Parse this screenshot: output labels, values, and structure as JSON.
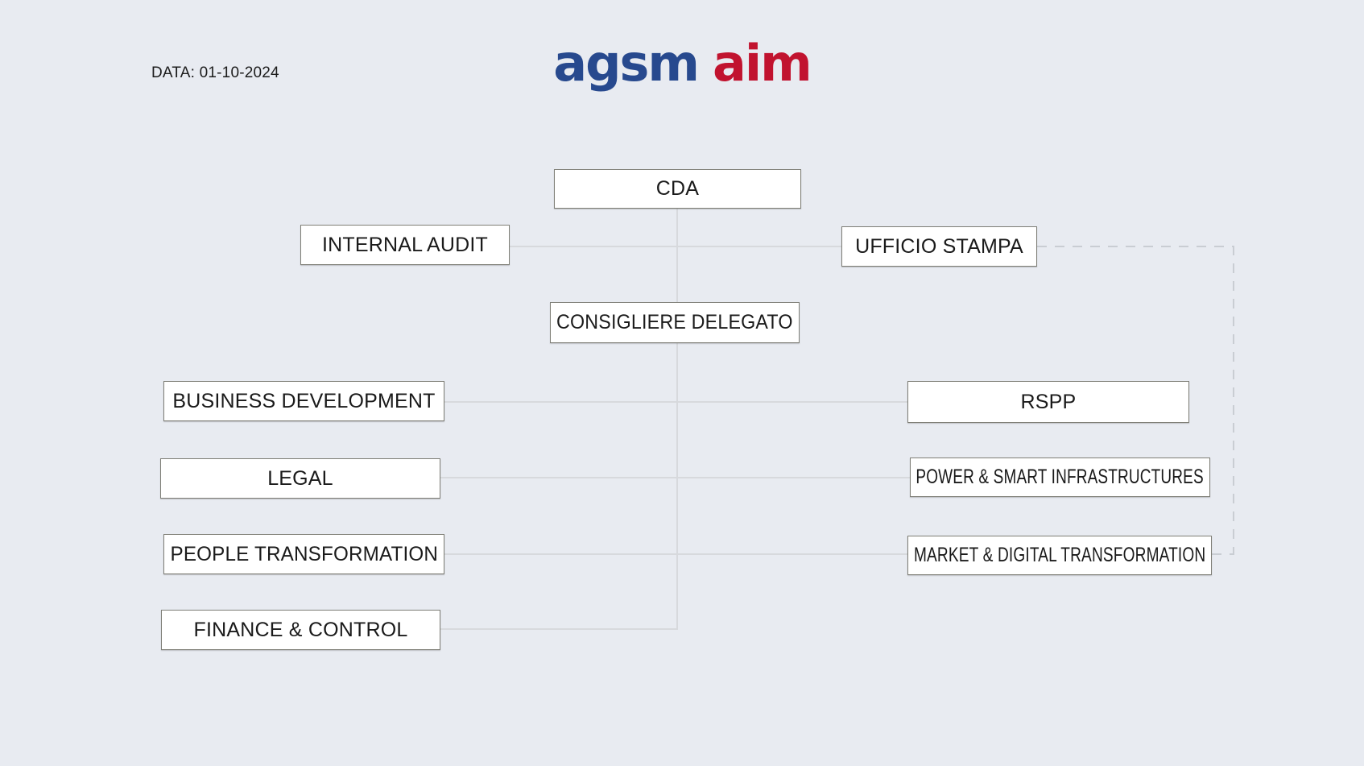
{
  "header": {
    "date_label": "DATA: 01-10-2024",
    "logo": {
      "word1": "agsm",
      "word2": "aim"
    }
  },
  "theme": {
    "page-bg": "#e8ebf1",
    "logo-blue": "#27498e",
    "logo-red": "#c1132f",
    "node-bg": "#ffffff",
    "node-border": "#7e7e76",
    "node-text": "#1a1a1a",
    "line-solid": "#d7d9dd",
    "line-dashed": "#c9cdd3"
  },
  "orgchart": {
    "nodes": [
      {
        "id": "cda",
        "label": "CDA"
      },
      {
        "id": "internal-audit",
        "label": "INTERNAL AUDIT"
      },
      {
        "id": "ufficio-stampa",
        "label": "UFFICIO STAMPA"
      },
      {
        "id": "consigliere-delegato",
        "label": "CONSIGLIERE DELEGATO"
      },
      {
        "id": "business-development",
        "label": "BUSINESS DEVELOPMENT"
      },
      {
        "id": "rspp",
        "label": "RSPP"
      },
      {
        "id": "legal",
        "label": "LEGAL"
      },
      {
        "id": "power-smart-infrastructures",
        "label": "POWER & SMART INFRASTRUCTURES"
      },
      {
        "id": "people-transformation",
        "label": "PEOPLE TRANSFORMATION"
      },
      {
        "id": "market-digital-transformation",
        "label": "MARKET & DIGITAL TRANSFORMATION"
      },
      {
        "id": "finance-control",
        "label": "FINANCE & CONTROL"
      }
    ],
    "edges": [
      {
        "from": "cda",
        "to": "internal-audit",
        "style": "solid"
      },
      {
        "from": "cda",
        "to": "ufficio-stampa",
        "style": "solid"
      },
      {
        "from": "cda",
        "to": "consigliere-delegato",
        "style": "solid"
      },
      {
        "from": "consigliere-delegato",
        "to": "business-development",
        "style": "solid"
      },
      {
        "from": "consigliere-delegato",
        "to": "rspp",
        "style": "solid"
      },
      {
        "from": "consigliere-delegato",
        "to": "legal",
        "style": "solid"
      },
      {
        "from": "consigliere-delegato",
        "to": "power-smart-infrastructures",
        "style": "solid"
      },
      {
        "from": "consigliere-delegato",
        "to": "people-transformation",
        "style": "solid"
      },
      {
        "from": "consigliere-delegato",
        "to": "market-digital-transformation",
        "style": "solid"
      },
      {
        "from": "consigliere-delegato",
        "to": "finance-control",
        "style": "solid"
      },
      {
        "from": "ufficio-stampa",
        "to": "market-digital-transformation",
        "style": "dashed"
      }
    ]
  }
}
